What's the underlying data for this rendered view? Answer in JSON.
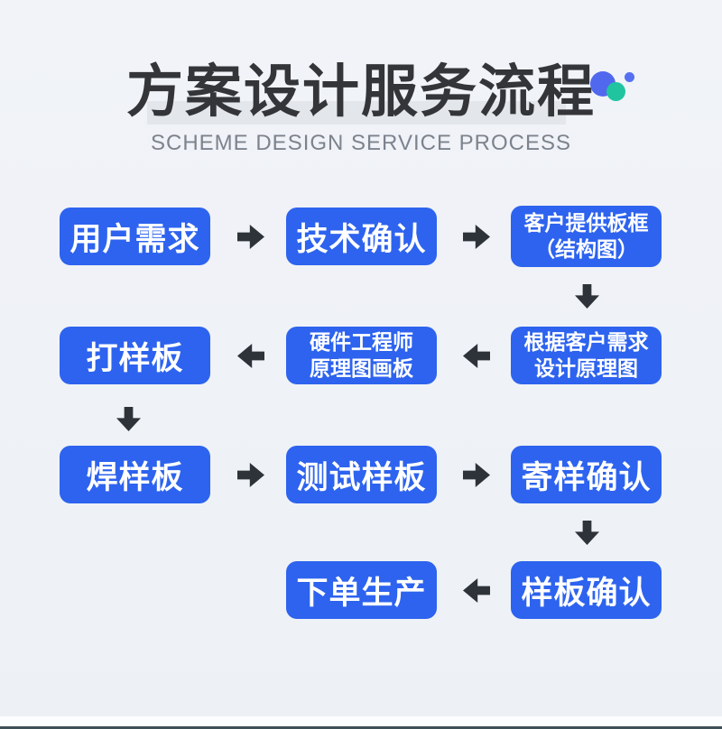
{
  "page": {
    "title": "方案设计服务流程",
    "subtitle": "SCHEME DESIGN SERVICE PROCESS",
    "colors": {
      "background": "#eef1f6",
      "node_blue": "#2d63ee",
      "arrow_dark": "#2d3338",
      "title_text": "#333538",
      "subtitle_text": "#7c838d",
      "title_highlight": "#e3e6ea",
      "deco_blue": "#5068ee",
      "deco_teal": "#20c5a0",
      "footer_line": "#3f4f56"
    }
  },
  "flow": {
    "nodes": [
      {
        "id": "user-demand",
        "label": "用户需求"
      },
      {
        "id": "tech-confirm",
        "label": "技术确认"
      },
      {
        "id": "client-board-frame",
        "label": "客户提供板框\n（结构图）"
      },
      {
        "id": "design-schematic",
        "label": "根据客户需求\n设计原理图"
      },
      {
        "id": "hardware-engineer",
        "label": "硬件工程师\n原理图画板"
      },
      {
        "id": "make-sample-board",
        "label": "打样板"
      },
      {
        "id": "solder-sample-board",
        "label": "焊样板"
      },
      {
        "id": "test-sample-board",
        "label": "测试样板"
      },
      {
        "id": "send-sample-confirm",
        "label": "寄样确认"
      },
      {
        "id": "sample-confirm",
        "label": "样板确认"
      },
      {
        "id": "order-production",
        "label": "下单生产"
      }
    ]
  }
}
